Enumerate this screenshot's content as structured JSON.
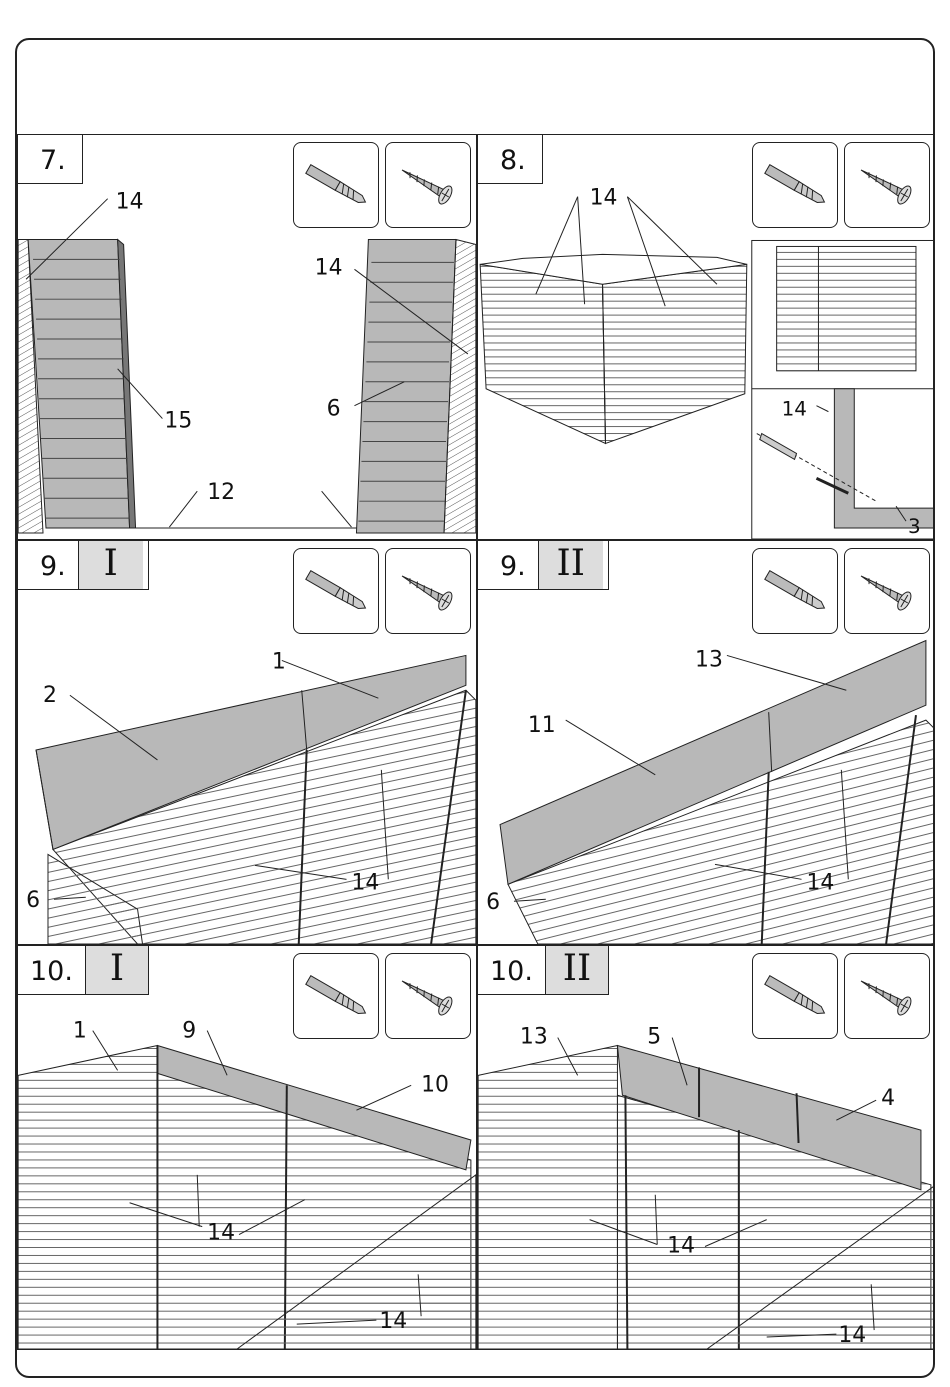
{
  "steps": {
    "s7": {
      "number": "7.",
      "variant": "",
      "tools": [
        "drill-bit-icon",
        "screw-icon"
      ],
      "labels": [
        "14",
        "15",
        "14",
        "6",
        "12"
      ]
    },
    "s8": {
      "number": "8.",
      "variant": "",
      "tools": [
        "drill-bit-icon",
        "screw-icon"
      ],
      "labels": [
        "14",
        "14",
        "3"
      ]
    },
    "s9a": {
      "number": "9.",
      "variant": "I",
      "tools": [
        "drill-bit-icon",
        "screw-icon"
      ],
      "labels": [
        "1",
        "2",
        "6",
        "14"
      ]
    },
    "s9b": {
      "number": "9.",
      "variant": "II",
      "tools": [
        "drill-bit-icon",
        "screw-icon"
      ],
      "labels": [
        "13",
        "11",
        "6",
        "14"
      ]
    },
    "s10a": {
      "number": "10.",
      "variant": "I",
      "tools": [
        "drill-bit-icon",
        "screw-icon"
      ],
      "labels": [
        "1",
        "9",
        "10",
        "14",
        "14"
      ]
    },
    "s10b": {
      "number": "10.",
      "variant": "II",
      "tools": [
        "drill-bit-icon",
        "screw-icon"
      ],
      "labels": [
        "13",
        "5",
        "4",
        "14",
        "14"
      ]
    }
  },
  "colors": {
    "line": "#222222",
    "panel_fill": "#b8b8b8",
    "variant_bg": "#dddddd",
    "hatch": "#555555"
  }
}
